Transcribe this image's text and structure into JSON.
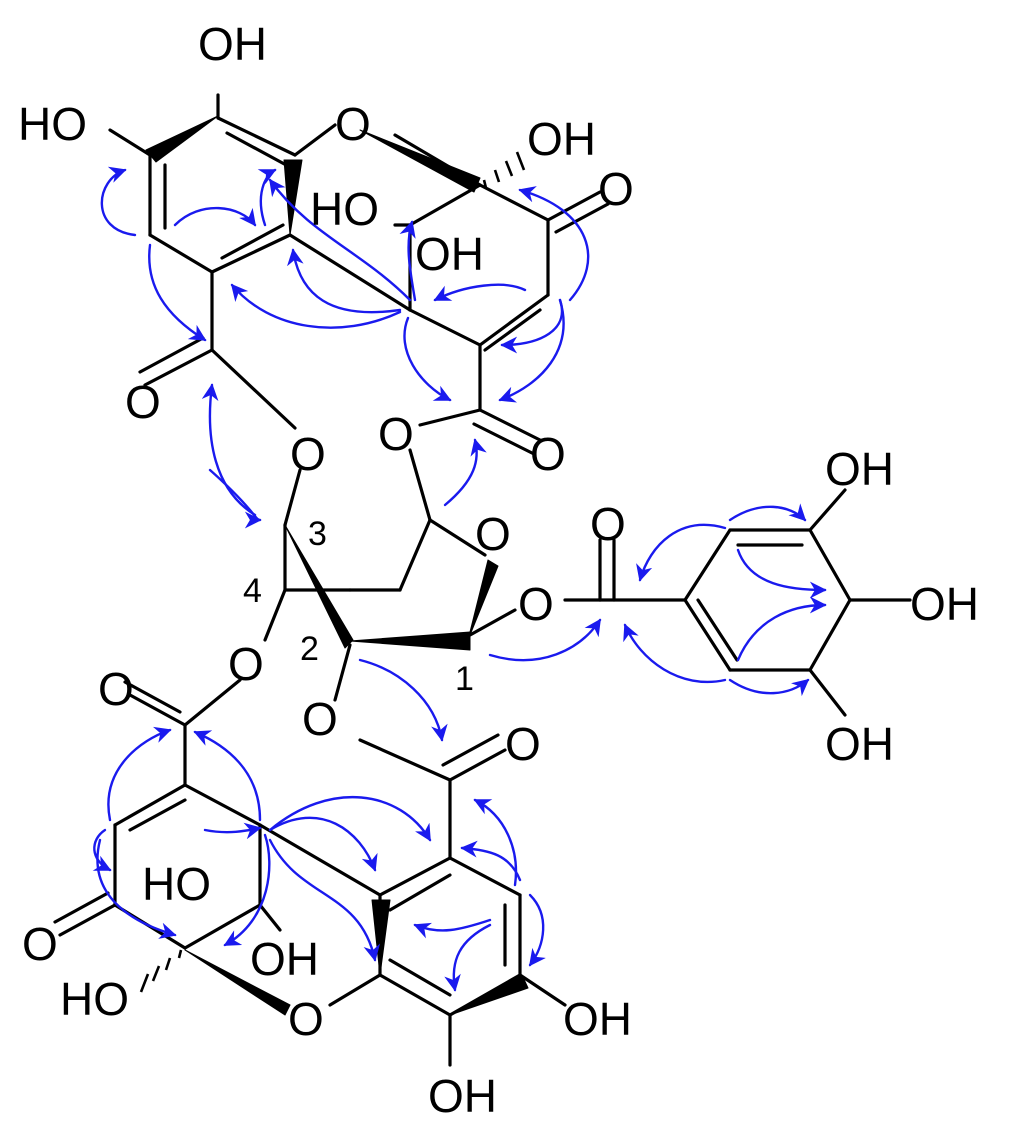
{
  "atom_labels": {
    "oh_top": "OH",
    "ho_top_left": "HO",
    "o_ring_top": "O",
    "oh_top_right": "OH",
    "ho_hydrate_top": "HO",
    "oh_hydrate_top": "OH",
    "o_ketone_top": "O",
    "o_ester_carbonyl_top_left": "O",
    "o_ester_link_3": "O",
    "o_ester_link_6": "O",
    "o_ester_carbonyl_top_right": "O",
    "o_pyranose": "O",
    "o_anomeric": "O",
    "o_galloyl_carbonyl": "O",
    "oh_galloyl_top": "OH",
    "oh_galloyl_mid": "OH",
    "oh_galloyl_bottom": "OH",
    "o_ester_link_4": "O",
    "o_ester_link_2": "O",
    "o_ester_carbonyl_bottom_left": "O",
    "o_ester_carbonyl_bottom_right": "O",
    "ho_hydrate_bottom": "HO",
    "oh_hydrate_bottom": "OH",
    "o_ketone_bottom": "O",
    "ho_bottom_left": "HO",
    "o_ring_bottom": "O",
    "oh_bottom_right": "OH",
    "oh_bottom": "OH"
  },
  "position_numbers": {
    "c1": "1",
    "c2": "2",
    "c3": "3",
    "c4": "4"
  },
  "colors": {
    "bonds": "#000000",
    "hmbc_arrows": "#1a1aee"
  }
}
